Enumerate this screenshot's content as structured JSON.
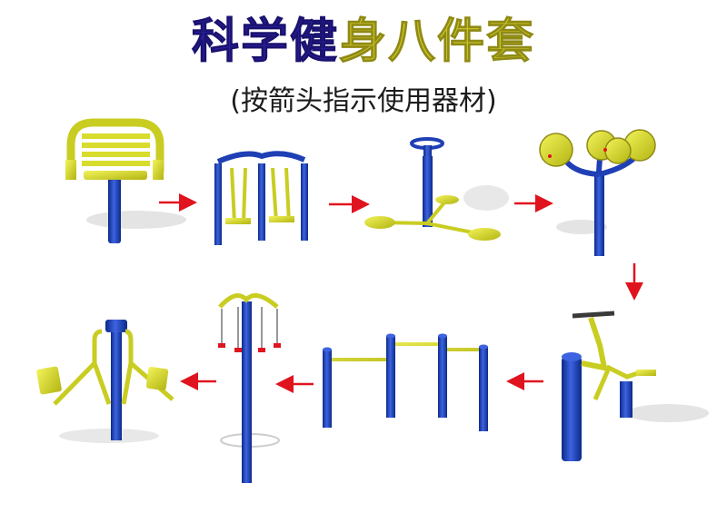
{
  "title": {
    "part1": "科学健",
    "part2": "身八件套"
  },
  "subtitle": "(按箭头指示使用器材)",
  "colors": {
    "title_blue": "#2b1f9e",
    "title_yellow": "#c8c12a",
    "equipment_blue": "#1f3fb5",
    "equipment_yellow": "#d8dc2c",
    "arrow_red": "#e0141e",
    "shadow": "#e4e4e4"
  },
  "equipment_sequence": [
    "back-roller-icon",
    "air-walker-icon",
    "waist-twister-icon",
    "tai-chi-wheel-icon",
    "rider-icon",
    "horizontal-bars-icon",
    "leg-swinger-icon",
    "chest-press-icon"
  ]
}
